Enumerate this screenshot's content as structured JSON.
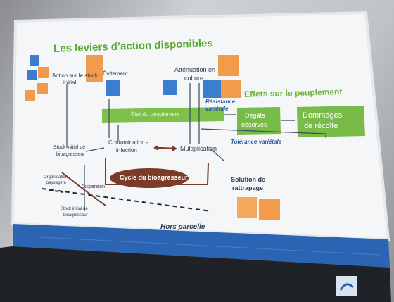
{
  "slide": {
    "title": "Les leviers d’action disponibles",
    "effects_title": "Effets sur le peuplement",
    "labels": {
      "action_stock": "Action sur le stock",
      "initial": "initial",
      "evitement": "Évitement",
      "attenuation": "Atténuation en",
      "culture": "culture",
      "resistance": "Résistance",
      "variétale": "variétale",
      "etat": "État du peuplement",
      "degats_1": "Dégâts",
      "degats_2": "observés",
      "dommages_1": "Dommages",
      "dommages_2": "de récolte",
      "tolerance": "Tolérance variétale",
      "stock_1": "Stock initial de",
      "stock_2": "bioagresseur",
      "contamination_1": "Contamination -",
      "contamination_2": "infection",
      "multiplication": "Multiplication",
      "cycle": "Cycle du bioagresseur",
      "organisation_1": "Organisation",
      "organisation_2": "paysagère",
      "dispersion": "Dispersion",
      "stock_ext_1": "Stock initial de",
      "stock_ext_2": "bioagresseur",
      "solution_1": "Solution de",
      "solution_2": "rattrapage",
      "hors_parcelle": "Hors parcelle"
    },
    "colors": {
      "green": "#6fb33d",
      "blue_bar": "#2b64b3",
      "cycle_fill": "#7a3b28",
      "note_orange": "#f29b4a",
      "note_blue": "#3a7fcf"
    }
  }
}
